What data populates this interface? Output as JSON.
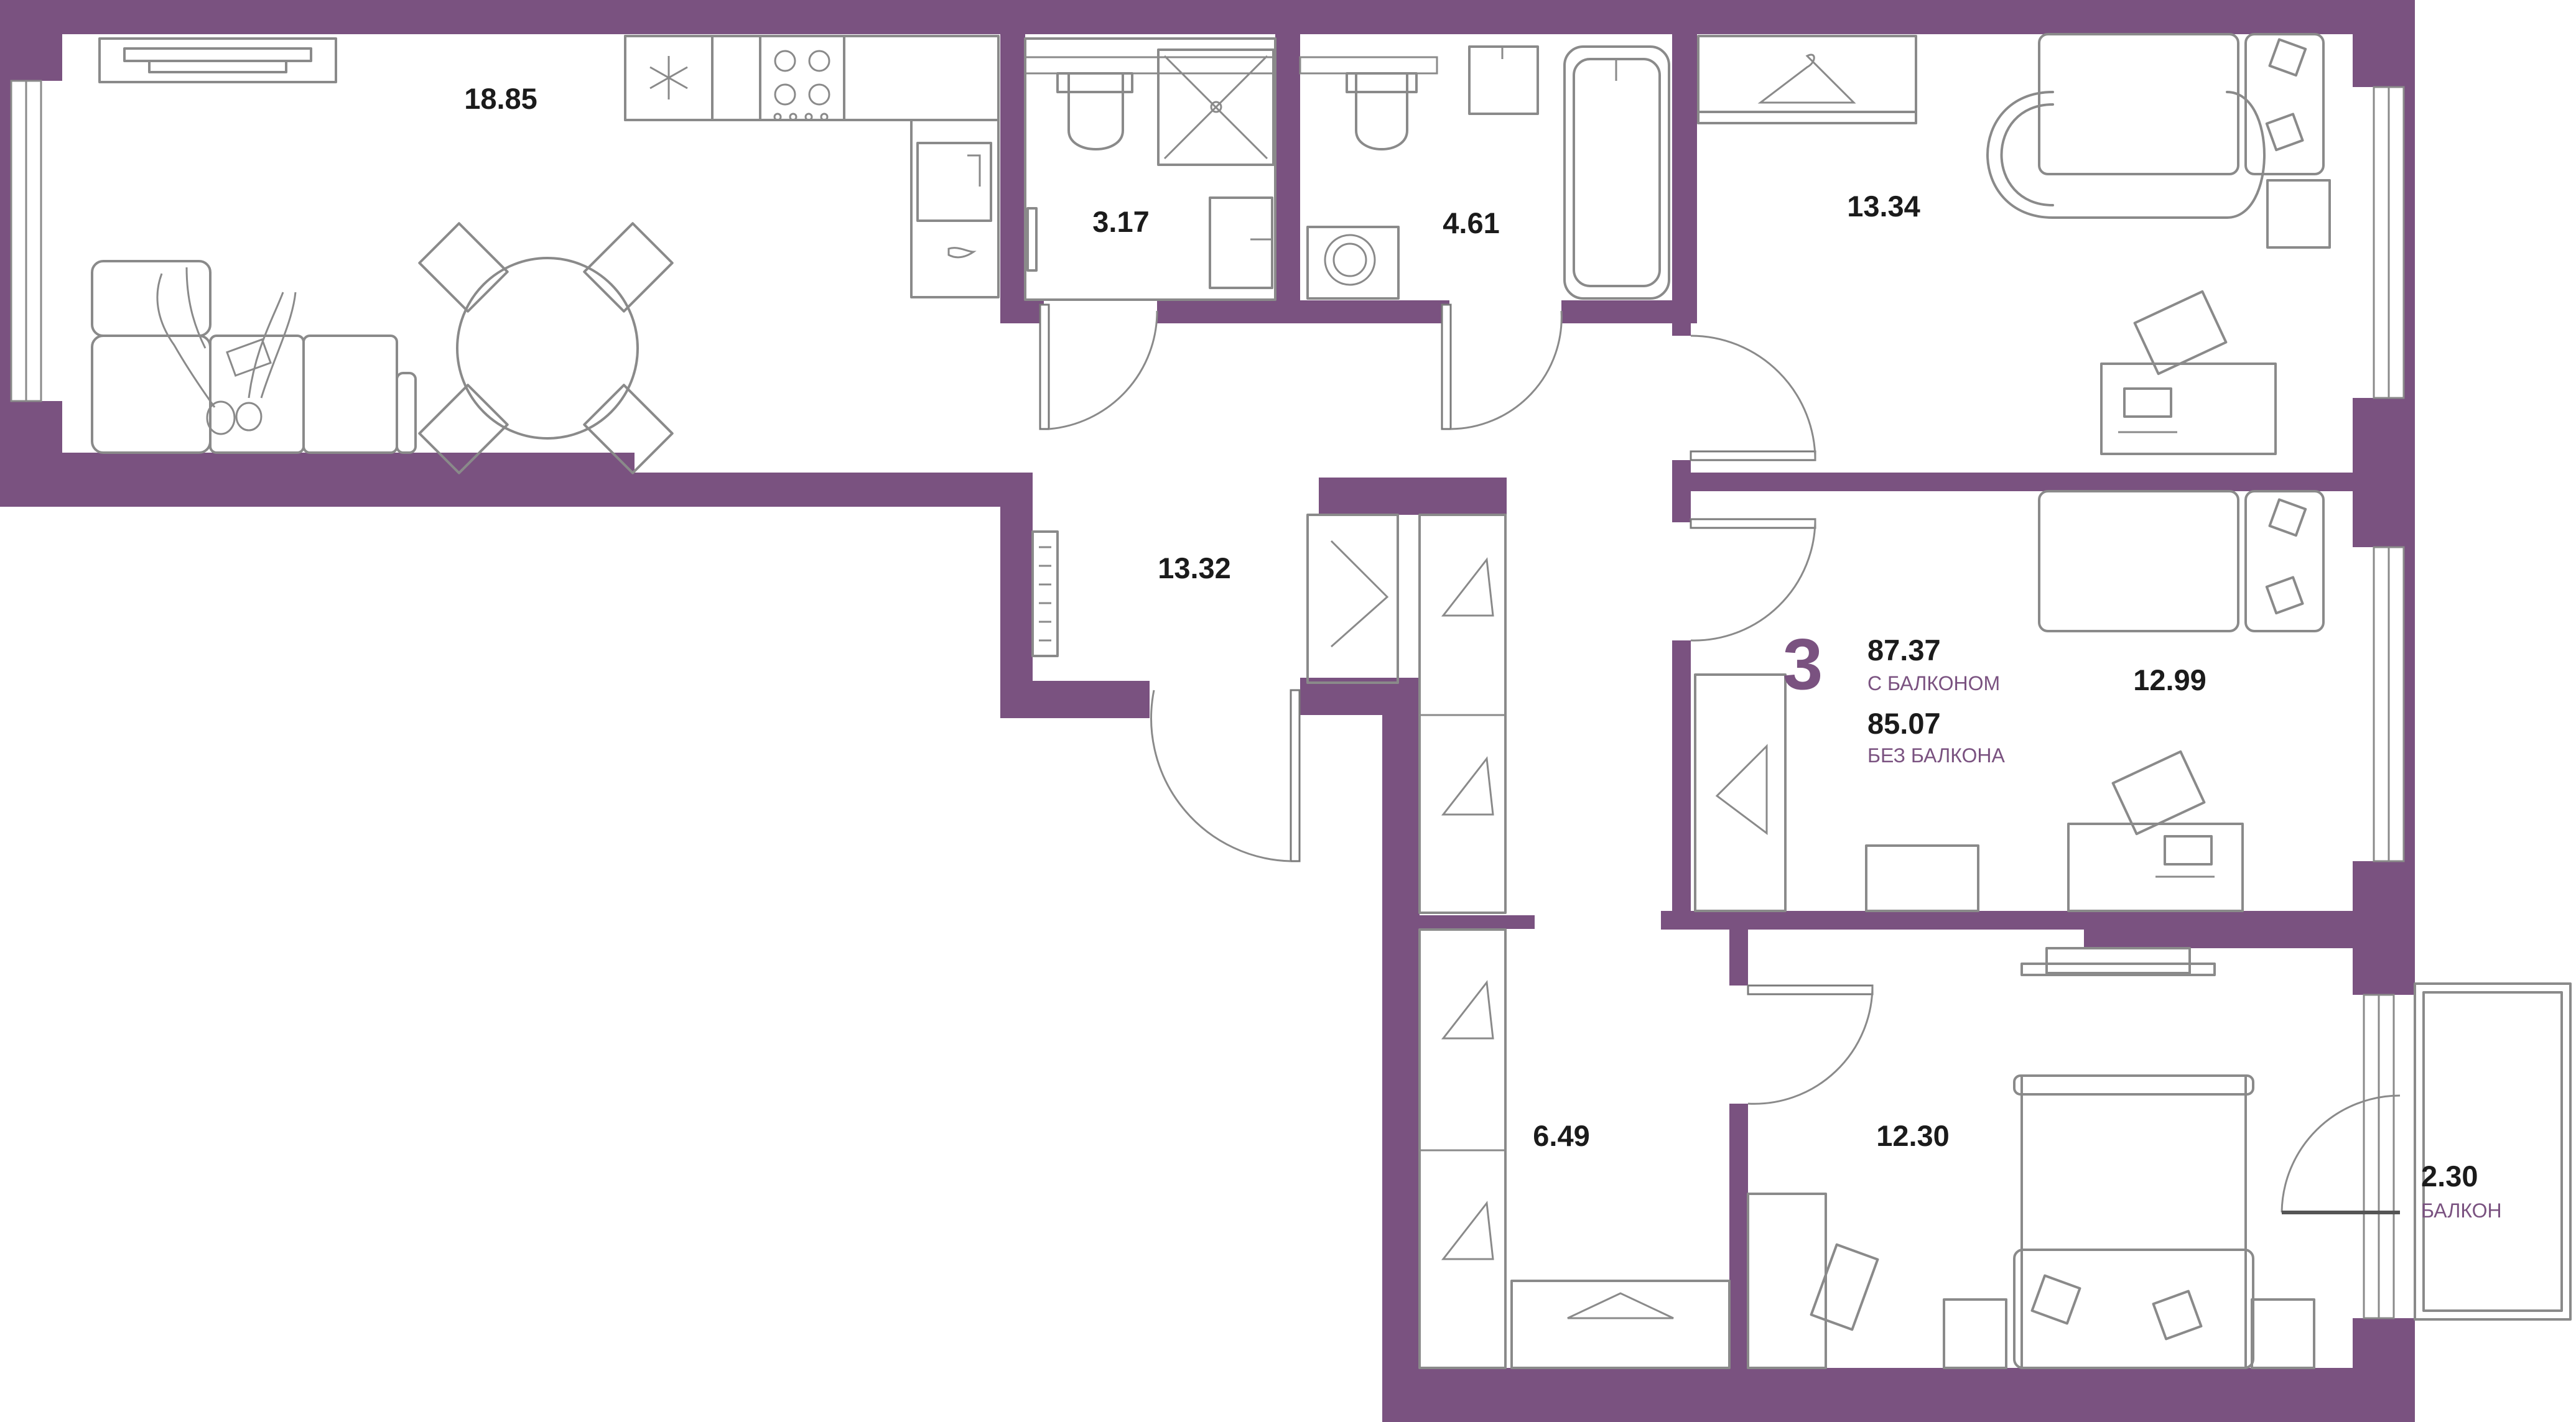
{
  "colors": {
    "wall": "#7a5280",
    "accent": "#7a5280",
    "furniture_line": "#8a8a8a",
    "text": "#1b1b1b",
    "background": "#ffffff"
  },
  "apartment": {
    "rooms_count": "3",
    "area_with_balcony": "87.37",
    "with_balcony_label": "С БАЛКОНОМ",
    "area_without_balcony": "85.07",
    "without_balcony_label": "БЕЗ БАЛКОНА"
  },
  "rooms": {
    "kitchen_living": {
      "area": "18.85"
    },
    "bathroom_shower": {
      "area": "3.17"
    },
    "bathroom_tub": {
      "area": "4.61"
    },
    "bedroom_top_right": {
      "area": "13.34"
    },
    "hallway": {
      "area": "13.32"
    },
    "bedroom_middle_right": {
      "area": "12.99"
    },
    "corridor": {
      "area": "6.49"
    },
    "bedroom_bottom_right": {
      "area": "12.30"
    },
    "balcony": {
      "area": "2.30",
      "label": "БАЛКОН"
    }
  },
  "icons": {
    "fridge": "snowflake-icon",
    "stove": "cooktop-icon",
    "wardrobe": "hanger-icon",
    "radiator": "radiator-icon"
  }
}
